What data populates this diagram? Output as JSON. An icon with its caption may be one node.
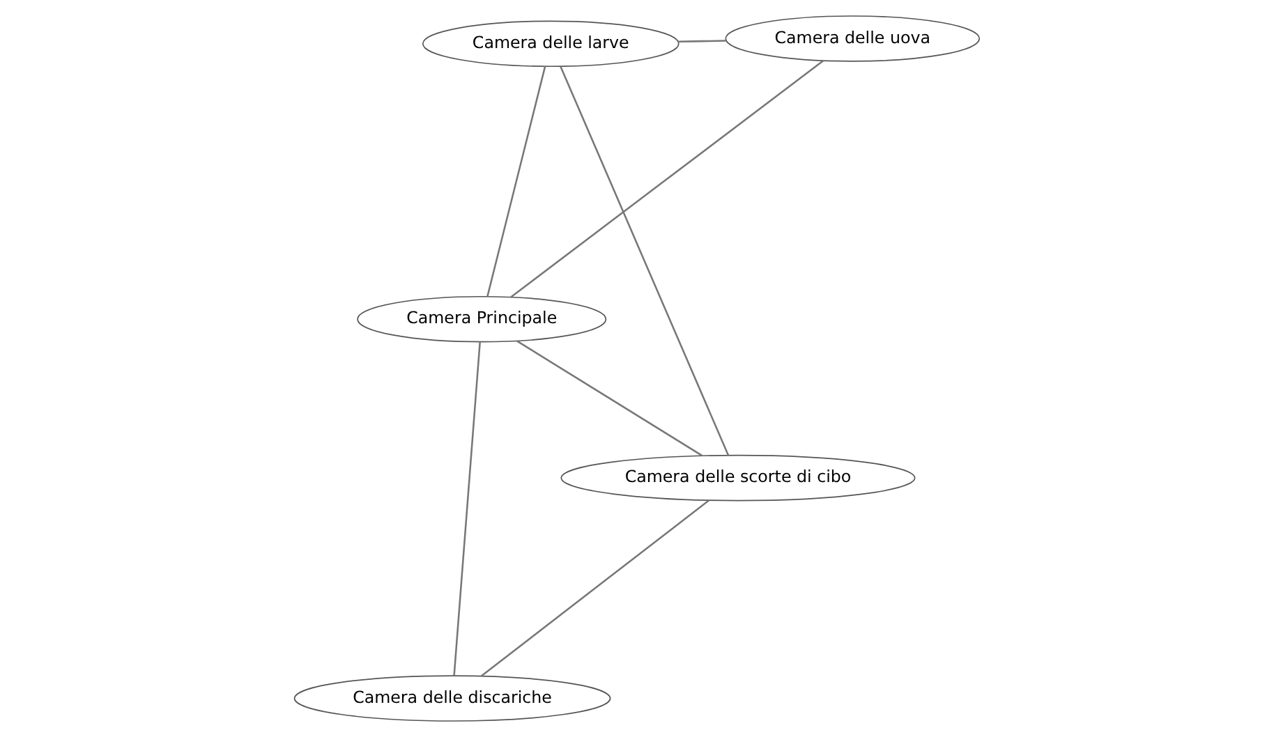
{
  "diagram": {
    "nodes": [
      {
        "text": [
          "Camera Principale"
        ]
      },
      {
        "text": [
          "Camera delle uova"
        ]
      },
      {
        "text": [
          "Camera delle discariche"
        ]
      },
      {
        "text": [
          "Camera delle larve"
        ]
      },
      {
        "text": [
          "Camera delle scorte di cibo"
        ]
      }
    ],
    "edges": [
      {
        "from": 1,
        "to": 0,
        "arrow": "none"
      },
      {
        "from": 1,
        "to": 3,
        "arrow": "none"
      },
      {
        "from": 3,
        "to": 0,
        "arrow": "none"
      },
      {
        "from": 0,
        "to": 2,
        "arrow": "none"
      },
      {
        "from": 0,
        "to": 4,
        "arrow": "none"
      },
      {
        "from": 3,
        "to": 4,
        "arrow": "none"
      },
      {
        "from": 2,
        "to": 4,
        "arrow": "none"
      }
    ]
  }
}
